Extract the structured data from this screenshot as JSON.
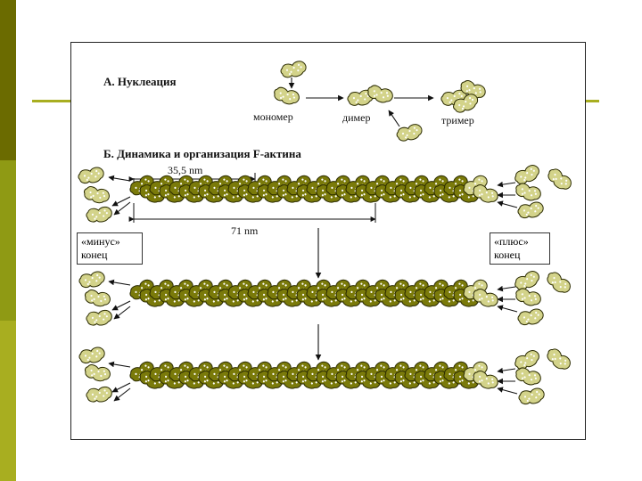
{
  "colors": {
    "sidebar_dark": "#6b6b00",
    "sidebar_mid": "#8f9a14",
    "sidebar_light": "#a8ae20",
    "actin_dark": "#7a7a0a",
    "actin_light": "#d3d38a"
  },
  "sections": {
    "nucleation": {
      "title": "А. Нуклеация",
      "monomer_label": "мономер",
      "dimer_label": "димер",
      "trimer_label": "тример"
    },
    "dynamics": {
      "title": "Б. Динамика и организация F-актина",
      "measure_small": "35,5 nm",
      "measure_large": "71 nm",
      "minus_end": [
        "«минус»",
        "конец"
      ],
      "plus_end": [
        "«плюс»",
        "конец"
      ]
    }
  }
}
